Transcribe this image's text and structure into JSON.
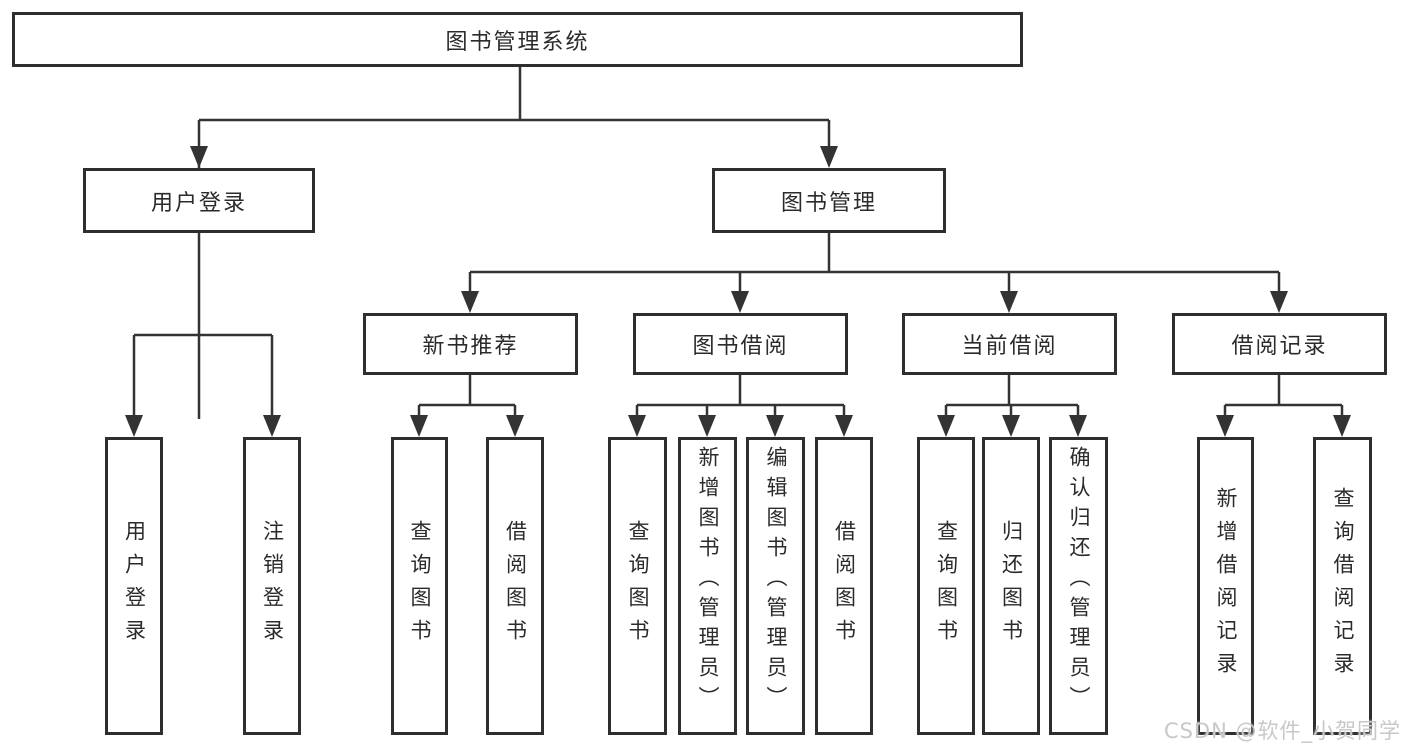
{
  "root": {
    "label": "图书管理系统"
  },
  "branches": {
    "user_login": {
      "label": "用户登录",
      "children": {
        "login": "用户登录",
        "logout": "注销登录"
      }
    },
    "book_management": {
      "label": "图书管理",
      "children": {
        "new_book_recommend": {
          "label": "新书推荐",
          "children": {
            "query_books": "查询图书",
            "borrow_books": "借阅图书"
          }
        },
        "book_borrowing": {
          "label": "图书借阅",
          "children": {
            "query_books": "查询图书",
            "add_books": "新增图书（管理员）",
            "edit_books": "编辑图书（管理员）",
            "borrow_books": "借阅图书"
          }
        },
        "current_borrowing": {
          "label": "当前借阅",
          "children": {
            "query_books": "查询图书",
            "return_books": "归还图书",
            "confirm_return": "确认归还（管理员）"
          }
        },
        "borrowing_records": {
          "label": "借阅记录",
          "children": {
            "add_record": "新增借阅记录",
            "query_record": "查询借阅记录"
          }
        }
      }
    }
  },
  "watermark": "CSDN @软件_小贺同学",
  "colors": {
    "background": "#ffffff",
    "line": "#333333",
    "box_border": "#2e2e2e",
    "box_fill": "#ffffff",
    "text": "#2b2b2b",
    "watermark": "#c8c8c8"
  }
}
